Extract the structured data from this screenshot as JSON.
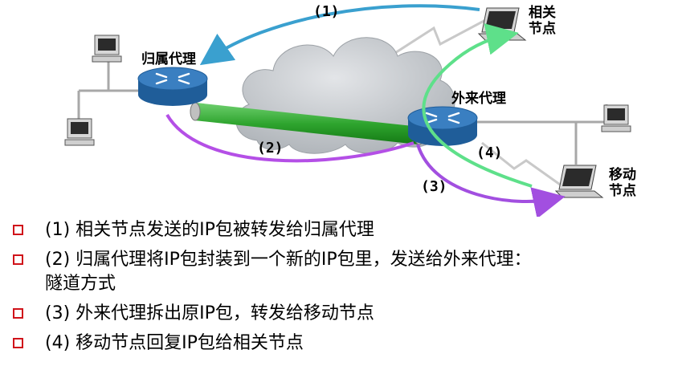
{
  "labels": {
    "correspondent_node": [
      "相关",
      "节点"
    ],
    "home_agent": "归属代理",
    "foreign_agent": "外来代理",
    "mobile_node": [
      "移动",
      "节点"
    ],
    "step1": "(1)",
    "step2": "(2)",
    "step3": "(3)",
    "step4": "(4)"
  },
  "colors": {
    "step1_arrow": "#3aa0cf",
    "step2_arrow": "#b44fe6",
    "step3_arrow": "#a24fe0",
    "step4_arrow": "#5ee08a",
    "tunnel": "#2fa52f",
    "router": "#3a7fc1",
    "cloud": "#c4c8cc",
    "bullet_square": "#d0131a"
  },
  "bullets": [
    "(1) 相关节点发送的IP包被转发给归属代理",
    "(2) 归属代理将IP包封装到一个新的IP包里，发送给外来代理：",
    "(3) 外来代理拆出原IP包，转发给移动节点",
    "(4) 移动节点回复IP包给相关节点"
  ],
  "bullet2_cont": "隧道方式"
}
